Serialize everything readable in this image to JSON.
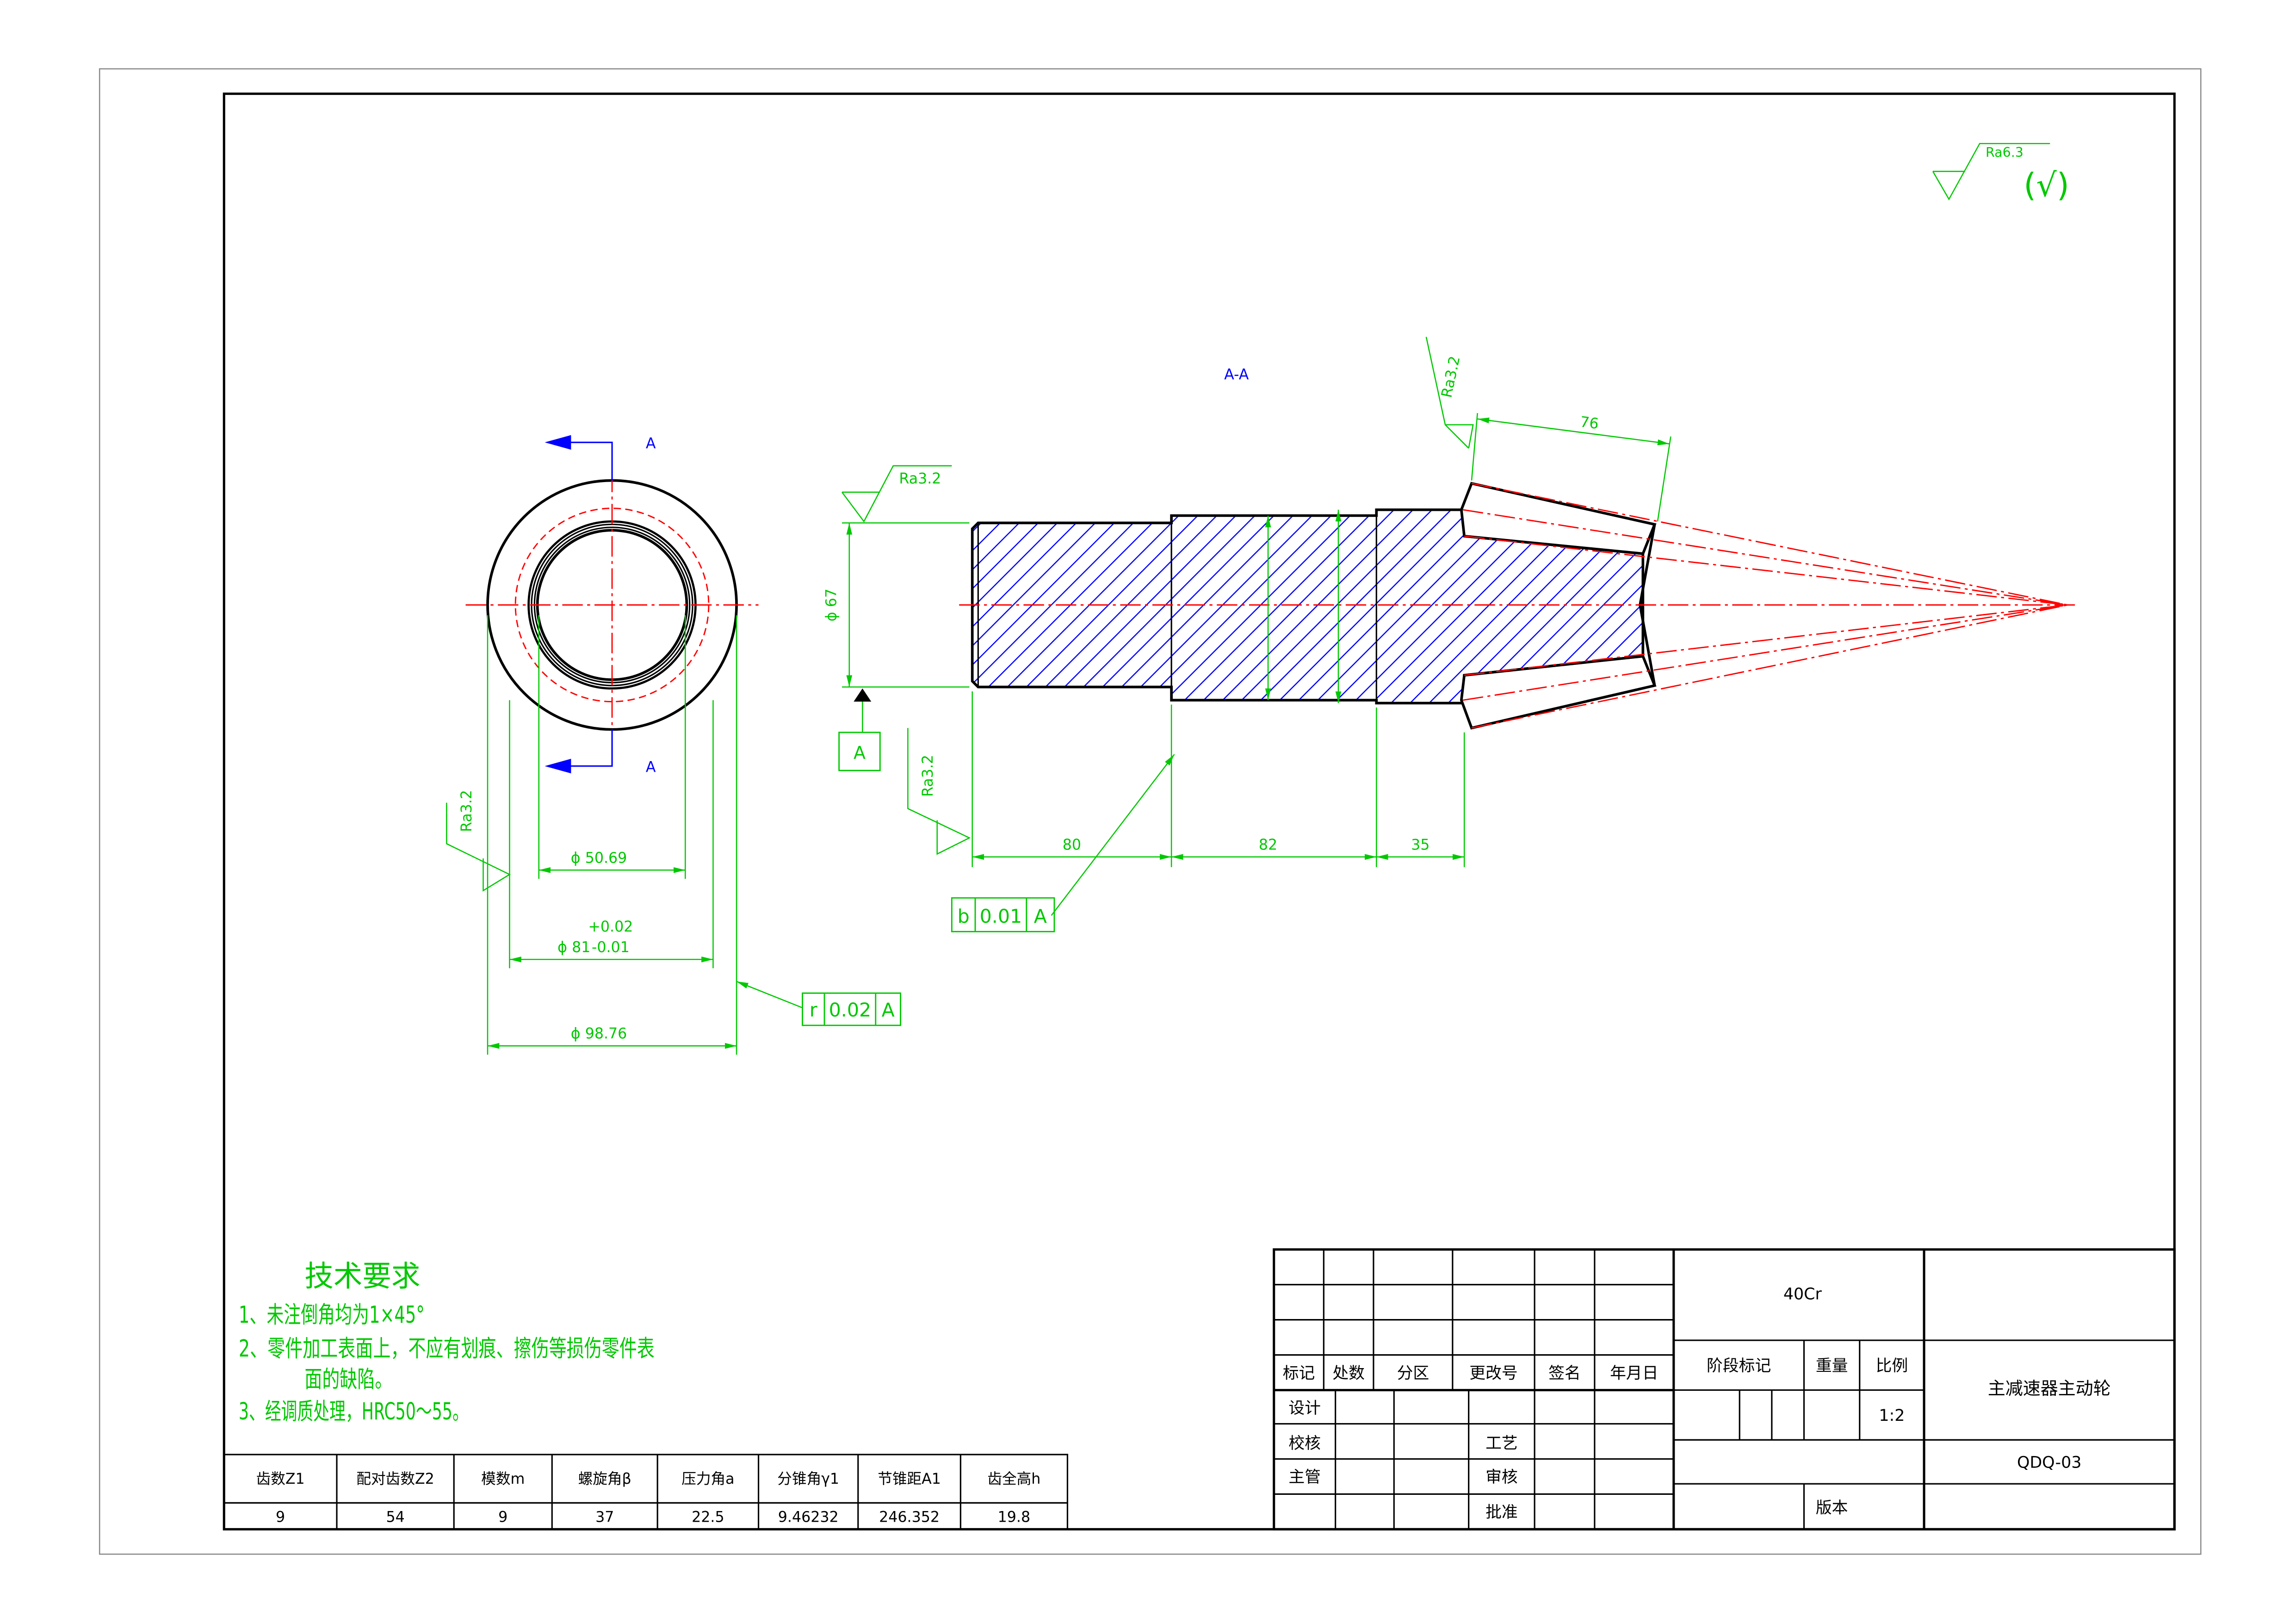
{
  "drawing": {
    "general_roughness": {
      "value": "Ra6.3",
      "symbol": "(√)"
    },
    "section_title": "A-A"
  },
  "end_view": {
    "cut_label_top": "A",
    "cut_label_bottom": "A",
    "roughness": "Ra3.2",
    "bore_dim": "ϕ 50.69",
    "seat_dim": "ϕ 81",
    "seat_tol_upper": "+0.02",
    "seat_tol_lower": "-0.01",
    "outer_dim": "ϕ 98.76",
    "runout_frame": {
      "symbol": "r",
      "value": "0.02",
      "datum": "A"
    }
  },
  "section_view": {
    "roughness_top": "Ra3.2",
    "shaft_dim": "ϕ 67",
    "datum_label": "A",
    "roughness_lower": "Ra3.2",
    "roughness_gear": "Ra3.2",
    "len_1": "80",
    "len_2": "82",
    "len_3": "35",
    "gear_len": "76",
    "runout_frame": {
      "symbol": "b",
      "value": "0.01",
      "datum": "A"
    }
  },
  "tech_requirements": {
    "title": "技术要求",
    "lines": [
      "1、未注倒角均为1×45°",
      "2、零件加工表面上，不应有划痕、擦伤等损伤零件表",
      "面的缺陷。",
      "3、经调质处理，HRC50～55。"
    ]
  },
  "gear_table": {
    "headers": [
      "齿数Z1",
      "配对齿数Z2",
      "模数m",
      "螺旋角β",
      "压力角a",
      "分锥角γ1",
      "节锥距A1",
      "齿全高h"
    ],
    "values": [
      "9",
      "54",
      "9",
      "37",
      "22.5",
      "9.46232",
      "246.352",
      "19.8"
    ]
  },
  "title_block": {
    "material": "40Cr",
    "revision_headers": [
      "标记",
      "处数",
      "分区",
      "更改号",
      "签名",
      "年月日"
    ],
    "roles": {
      "design": "设计",
      "check": "校核",
      "supervisor": "主管",
      "process": "工艺",
      "review": "审核",
      "approve": "批准"
    },
    "stage_mark": "阶段标记",
    "weight": "重量",
    "scale_label": "比例",
    "scale": "1:2",
    "part_name": "主减速器主动轮",
    "drawing_no": "QDQ-03",
    "version": "版本"
  },
  "colors": {
    "dimension": "#00c800",
    "centerline": "#ff0000",
    "section": "#0000ff",
    "outline": "#000000"
  }
}
